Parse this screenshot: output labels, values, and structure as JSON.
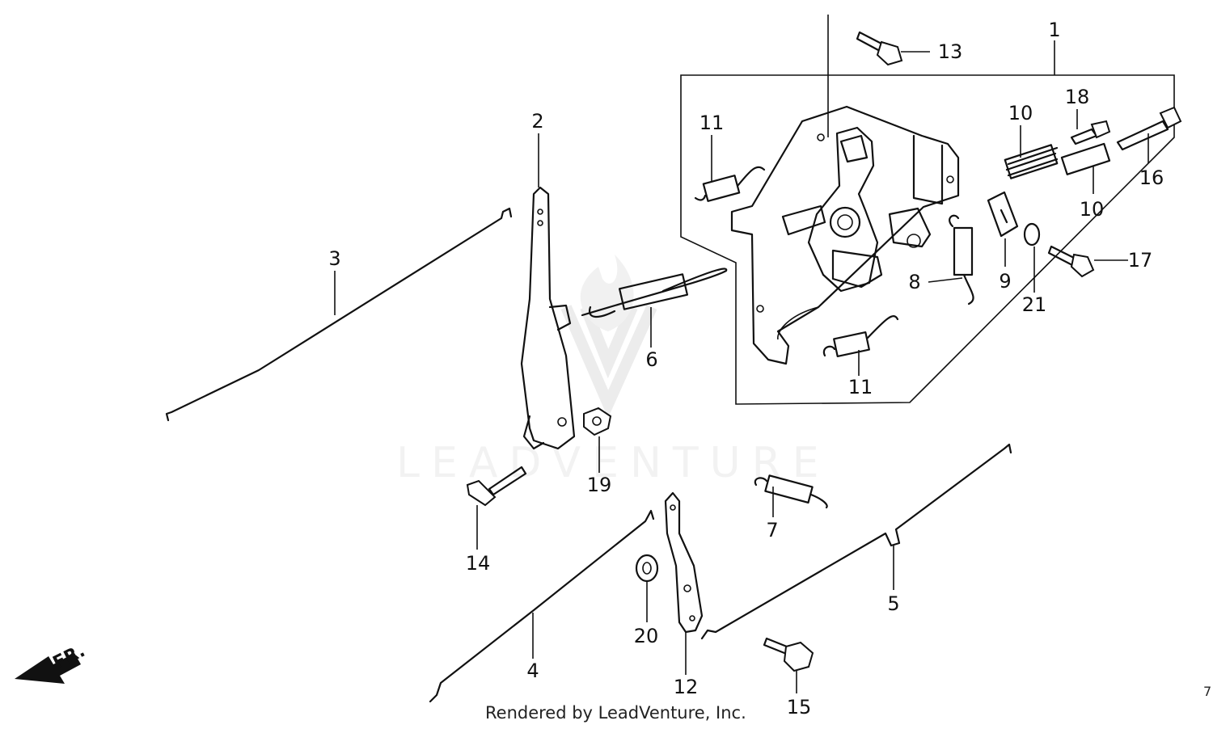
{
  "diagram": {
    "callouts": [
      "1",
      "2",
      "3",
      "4",
      "5",
      "6",
      "7",
      "8",
      "9",
      "10",
      "10",
      "11",
      "11",
      "12",
      "13",
      "14",
      "15",
      "16",
      "17",
      "18",
      "19",
      "20",
      "21"
    ],
    "direction_label": "FR.",
    "watermark": "LEADVENTURE"
  },
  "footer": {
    "rendered_by": "Rendered by LeadVenture, Inc."
  },
  "page_number": "7:"
}
